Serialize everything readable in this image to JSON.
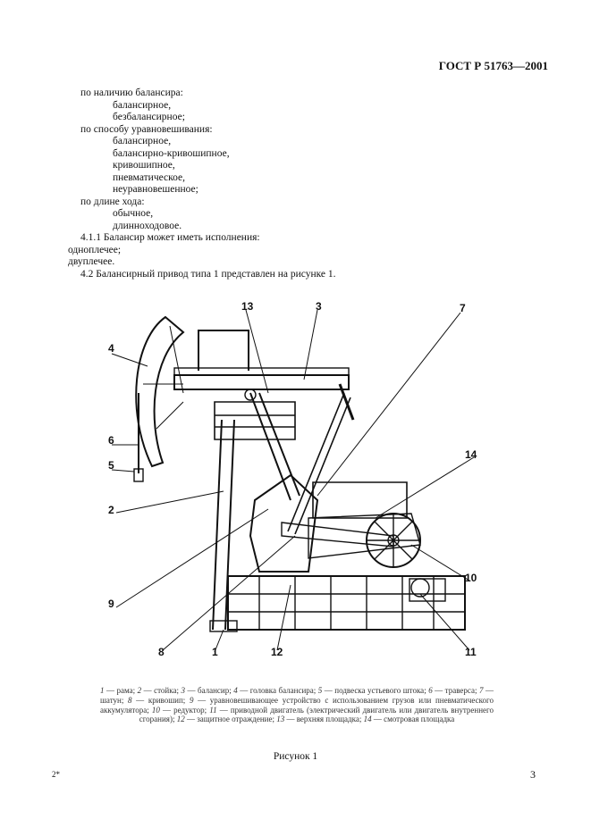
{
  "header": {
    "doc_id": "ГОСТ Р 51763—2001"
  },
  "body_lines": [
    {
      "text": "по наличию балансира:",
      "indent": 0
    },
    {
      "text": "балансирное,",
      "indent": 1
    },
    {
      "text": "безбалансирное;",
      "indent": 1
    },
    {
      "text": "по способу уравновешивания:",
      "indent": 0
    },
    {
      "text": "балансирное,",
      "indent": 1
    },
    {
      "text": "балансирно-кривошипное,",
      "indent": 1
    },
    {
      "text": "кривошипное,",
      "indent": 1
    },
    {
      "text": "пневматическое,",
      "indent": 1
    },
    {
      "text": "неуравновешенное;",
      "indent": 1
    },
    {
      "text": "по длине хода:",
      "indent": 0
    },
    {
      "text": "обычное,",
      "indent": 1
    },
    {
      "text": "длинноходовое.",
      "indent": 1
    },
    {
      "text": "4.1.1 Балансир может иметь исполнения:",
      "indent": 0
    },
    {
      "text": "одноплечее;",
      "indent": -1
    },
    {
      "text": "двуплечее.",
      "indent": -1
    },
    {
      "text": "4.2 Балансирный привод типа 1 представлен на рисунке 1.",
      "indent": 0
    }
  ],
  "figure": {
    "labels": [
      "13",
      "3",
      "7",
      "4",
      "6",
      "5",
      "14",
      "2",
      "10",
      "9",
      "8",
      "1",
      "12",
      "11"
    ],
    "legend": [
      {
        "num": "1",
        "text": "рама"
      },
      {
        "num": "2",
        "text": "стойка"
      },
      {
        "num": "3",
        "text": "балансир"
      },
      {
        "num": "4",
        "text": "головка балансира"
      },
      {
        "num": "5",
        "text": "подвеска устьевого штока"
      },
      {
        "num": "6",
        "text": "траверса"
      },
      {
        "num": "7",
        "text": "шатун"
      },
      {
        "num": "8",
        "text": "кривошип"
      },
      {
        "num": "9",
        "text": "уравновешивающее устройство с использованием грузов или пневматического аккумулятора"
      },
      {
        "num": "10",
        "text": "редуктор"
      },
      {
        "num": "11",
        "text": "приводной двигатель (электрический двигатель или двигатель внутреннего сгорания)"
      },
      {
        "num": "12",
        "text": "защитное отраждение"
      },
      {
        "num": "13",
        "text": "верхняя площадка"
      },
      {
        "num": "14",
        "text": "смотровая площадка"
      }
    ],
    "title": "Рисунок 1"
  },
  "footer": {
    "left_mark": "2*",
    "page_number": "3"
  }
}
